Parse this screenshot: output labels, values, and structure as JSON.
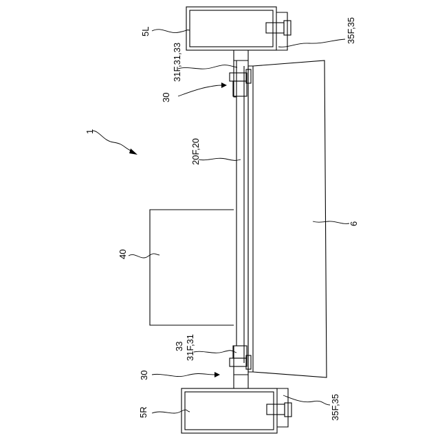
{
  "labels": {
    "assembly": "1",
    "top_battery": "5L",
    "top_connector": "35F,35",
    "top_bracket": "31F,31,33",
    "top_unit": "30",
    "frame": "20F,20",
    "tray": "6",
    "box": "40",
    "bottom_bracket_a": "33",
    "bottom_bracket_b": "31F,31",
    "bottom_unit": "30",
    "bottom_battery": "5R",
    "bottom_connector": "35F,35"
  }
}
